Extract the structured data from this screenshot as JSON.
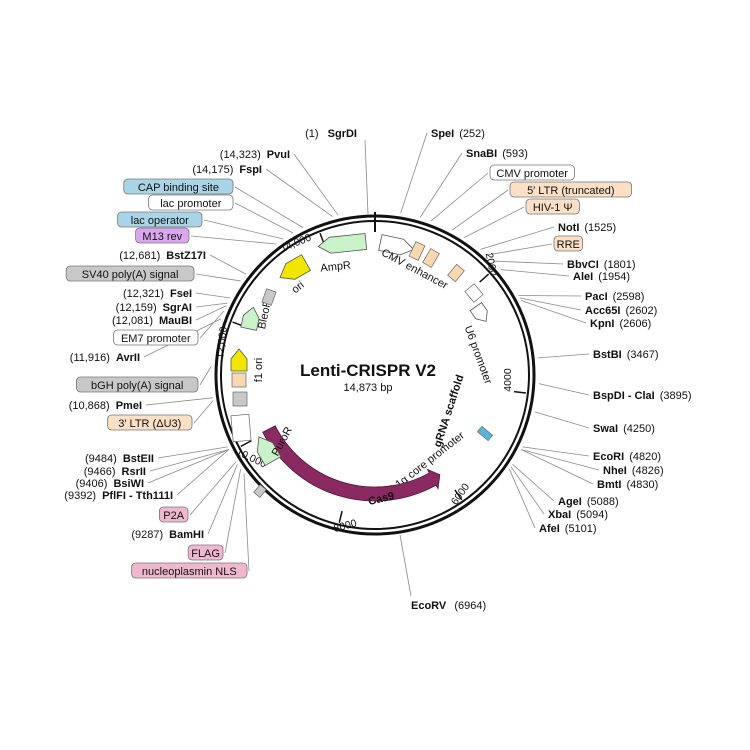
{
  "title": "Lenti-CRISPR V2",
  "length_label": "14,873 bp",
  "colors": {
    "backbone": "#111111",
    "cas9": "#8b2a62",
    "marker": "#c9f2c9",
    "ori": "#f2e600",
    "ltr": "#f8d8b0",
    "grey_tag": "#c8c8c8",
    "blue_tag": "#a9d4e6",
    "purple_tag": "#dba6f0",
    "pink_tag": "#f0b8cf",
    "orange_tag": "#fbe0c6",
    "grna": "#cc1111"
  },
  "scale_labels": [
    {
      "text": "2000"
    },
    {
      "text": "4000"
    },
    {
      "text": "6000"
    },
    {
      "text": "8000"
    },
    {
      "text": "10,000"
    },
    {
      "text": "12,000"
    },
    {
      "text": "14,000"
    }
  ],
  "features": [
    {
      "name": "AmpR",
      "type": "marker"
    },
    {
      "name": "ori",
      "type": "ori"
    },
    {
      "name": "CMV enhancer",
      "type": "promoter"
    },
    {
      "name": "U6 promoter",
      "type": "promoter"
    },
    {
      "name": "gRNA scaffold",
      "type": "grna"
    },
    {
      "name": "EF-1α core promoter",
      "type": "promoter"
    },
    {
      "name": "Cas9",
      "type": "cas9"
    },
    {
      "name": "PuroR",
      "type": "marker"
    },
    {
      "name": "f1 ori",
      "type": "ori"
    },
    {
      "name": "BleoR",
      "type": "marker"
    }
  ],
  "right_labels": [
    {
      "site": "SpeI",
      "pos": "(252)"
    },
    {
      "site": "SnaBI",
      "pos": "(593)"
    },
    {
      "tag": "CMV promoter",
      "style": "white"
    },
    {
      "tag": "5′ LTR (truncated)",
      "style": "orange"
    },
    {
      "tag": "HIV-1 Ψ",
      "style": "orange"
    },
    {
      "site": "NotI",
      "pos": "(1525)"
    },
    {
      "tag": "RRE",
      "style": "orange"
    },
    {
      "site": "BbvCI",
      "pos": "(1801)"
    },
    {
      "site": "AleI",
      "pos": "(1954)"
    },
    {
      "site": "PacI",
      "pos": "(2598)"
    },
    {
      "site": "Acc65I",
      "pos": "(2602)"
    },
    {
      "site": "KpnI",
      "pos": "(2606)"
    },
    {
      "site": "BstBI",
      "pos": "(3467)"
    },
    {
      "site": "BspDI - ClaI",
      "pos": "(3895)"
    },
    {
      "site": "SwaI",
      "pos": "(4250)"
    },
    {
      "site": "EcoRI",
      "pos": "(4820)"
    },
    {
      "site": "NheI",
      "pos": "(4826)"
    },
    {
      "site": "BmtI",
      "pos": "(4830)"
    },
    {
      "site": "AgeI",
      "pos": "(5088)"
    },
    {
      "site": "XbaI",
      "pos": "(5094)"
    },
    {
      "site": "AfeI",
      "pos": "(5101)"
    }
  ],
  "left_labels": [
    {
      "site": "PvuI",
      "pos": "(14,323)"
    },
    {
      "site": "FspI",
      "pos": "(14,175)"
    },
    {
      "tag": "CAP binding site",
      "style": "blue"
    },
    {
      "tag": "lac promoter",
      "style": "white"
    },
    {
      "tag": "lac operator",
      "style": "blue"
    },
    {
      "tag": "M13 rev",
      "style": "purple"
    },
    {
      "site": "BstZ17I",
      "pos": "(12,681)"
    },
    {
      "tag": "SV40 poly(A) signal",
      "style": "grey"
    },
    {
      "site": "FseI",
      "pos": "(12,321)"
    },
    {
      "site": "SgrAI",
      "pos": "(12,159)"
    },
    {
      "site": "MauBI",
      "pos": "(12,081)"
    },
    {
      "tag": "EM7 promoter",
      "style": "white"
    },
    {
      "site": "AvrII",
      "pos": "(11,916)"
    },
    {
      "tag": "bGH poly(A) signal",
      "style": "grey"
    },
    {
      "site": "PmeI",
      "pos": "(10,868)"
    },
    {
      "tag": "3′ LTR (ΔU3)",
      "style": "orange"
    },
    {
      "site": "BstEII",
      "pos": "(9484)"
    },
    {
      "site": "RsrII",
      "pos": "(9466)"
    },
    {
      "site": "BsiWI",
      "pos": "(9406)"
    },
    {
      "site": "PflFI - Tth111I",
      "pos": "(9392)"
    },
    {
      "tag": "P2A",
      "style": "pink"
    },
    {
      "site": "BamHI",
      "pos": "(9287)"
    },
    {
      "tag": "FLAG",
      "style": "pink"
    },
    {
      "tag": "nucleoplasmin NLS",
      "style": "pink"
    }
  ],
  "top_label": {
    "site": "SgrDI",
    "pos": "(1)"
  },
  "bottom_label": {
    "site": "EcoRV",
    "pos": "(6964)"
  }
}
